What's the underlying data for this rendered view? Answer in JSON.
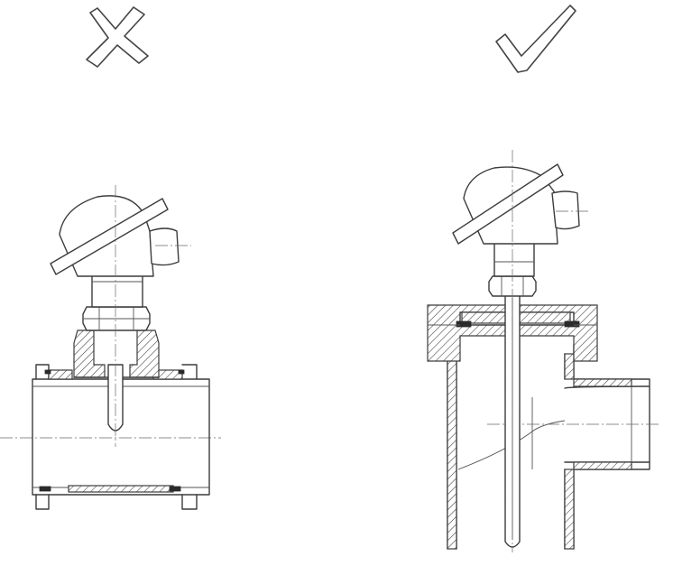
{
  "figure": {
    "panels": [
      {
        "id": "incorrect",
        "verdict": "wrong",
        "mark_icon": "cross-mark-icon",
        "subject": "short-thermowell-inline-pipe-installation"
      },
      {
        "id": "correct",
        "verdict": "right",
        "mark_icon": "check-mark-icon",
        "subject": "long-thermowell-tee-fitting-installation"
      }
    ],
    "colors": {
      "ink": "#3c3c3c",
      "background": "#ffffff"
    }
  }
}
